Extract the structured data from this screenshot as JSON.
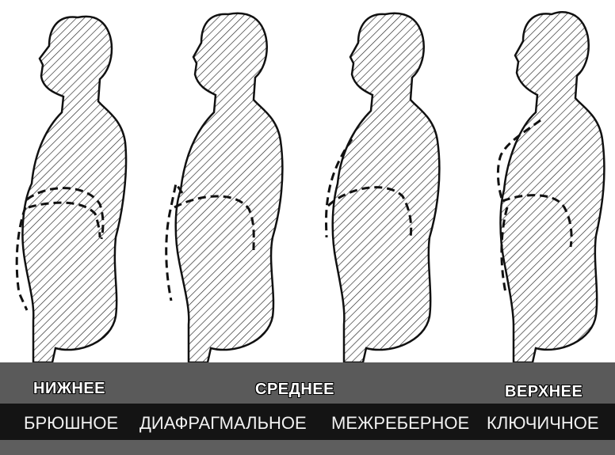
{
  "categories": {
    "lower": "НИЖНЕЕ",
    "middle": "СРЕДНЕЕ",
    "upper": "ВЕРХНЕЕ"
  },
  "types": [
    "БРЮШНОЕ",
    "ДИАФРАГМАЛЬНОЕ",
    "МЕЖРЕБЕРНОЕ",
    "КЛЮЧИЧНОЕ"
  ],
  "colors": {
    "band_top": "#5a5a5a",
    "band_mid": "#141414",
    "hatch": "#222222"
  }
}
